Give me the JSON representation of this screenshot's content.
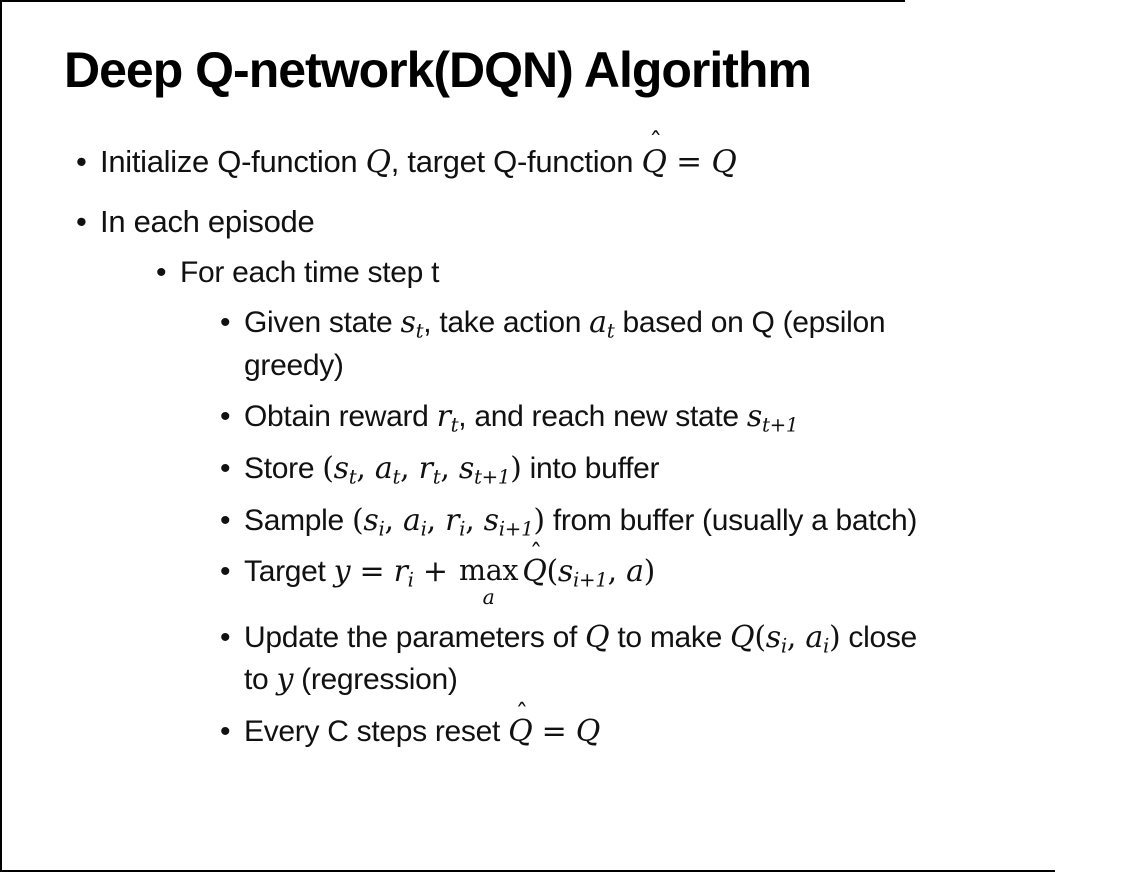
{
  "slide": {
    "title": "Deep Q-network(DQN) Algorithm",
    "bullet_glyph": "•",
    "colors": {
      "background": "#ffffff",
      "text": "#111111",
      "title": "#000000",
      "border": "#000000"
    },
    "bullets": [
      {
        "level": 1,
        "segments": [
          {
            "t": "n",
            "x": "Initialize Q-function "
          },
          {
            "t": "m",
            "x": "Q"
          },
          {
            "t": "n",
            "x": ", target Q-function "
          },
          {
            "t": "h",
            "x": "Q"
          },
          {
            "t": "r",
            "x": " = "
          },
          {
            "t": "m",
            "x": "Q"
          }
        ]
      },
      {
        "level": 1,
        "segments": [
          {
            "t": "n",
            "x": "In each episode"
          }
        ]
      },
      {
        "level": 2,
        "segments": [
          {
            "t": "n",
            "x": "For each time step t"
          }
        ]
      },
      {
        "level": 3,
        "segments": [
          {
            "t": "n",
            "x": "Given state "
          },
          {
            "t": "m",
            "x": "s"
          },
          {
            "t": "s",
            "x": "t"
          },
          {
            "t": "n",
            "x": ", take action "
          },
          {
            "t": "m",
            "x": "a"
          },
          {
            "t": "s",
            "x": "t"
          },
          {
            "t": "n",
            "x": " based on Q (epsilon"
          },
          {
            "t": "br"
          },
          {
            "t": "n",
            "x": "greedy)"
          }
        ]
      },
      {
        "level": 3,
        "segments": [
          {
            "t": "n",
            "x": "Obtain reward "
          },
          {
            "t": "m",
            "x": "r"
          },
          {
            "t": "s",
            "x": "t"
          },
          {
            "t": "n",
            "x": ", and reach new state "
          },
          {
            "t": "m",
            "x": "s"
          },
          {
            "t": "s",
            "x": "t+1"
          }
        ]
      },
      {
        "level": 3,
        "segments": [
          {
            "t": "n",
            "x": "Store "
          },
          {
            "t": "r",
            "x": "("
          },
          {
            "t": "m",
            "x": "s"
          },
          {
            "t": "s",
            "x": "t"
          },
          {
            "t": "r",
            "x": ", "
          },
          {
            "t": "m",
            "x": "a"
          },
          {
            "t": "s",
            "x": "t"
          },
          {
            "t": "r",
            "x": ", "
          },
          {
            "t": "m",
            "x": "r"
          },
          {
            "t": "s",
            "x": "t"
          },
          {
            "t": "r",
            "x": ", "
          },
          {
            "t": "m",
            "x": "s"
          },
          {
            "t": "s",
            "x": "t+1"
          },
          {
            "t": "r",
            "x": ")"
          },
          {
            "t": "n",
            "x": " into buffer"
          }
        ]
      },
      {
        "level": 3,
        "segments": [
          {
            "t": "n",
            "x": "Sample "
          },
          {
            "t": "r",
            "x": "("
          },
          {
            "t": "m",
            "x": "s"
          },
          {
            "t": "s",
            "x": "i"
          },
          {
            "t": "r",
            "x": ", "
          },
          {
            "t": "m",
            "x": "a"
          },
          {
            "t": "s",
            "x": "i"
          },
          {
            "t": "r",
            "x": ", "
          },
          {
            "t": "m",
            "x": "r"
          },
          {
            "t": "s",
            "x": "i"
          },
          {
            "t": "r",
            "x": ", "
          },
          {
            "t": "m",
            "x": "s"
          },
          {
            "t": "s",
            "x": "i+1"
          },
          {
            "t": "r",
            "x": ")"
          },
          {
            "t": "n",
            "x": " from buffer (usually a batch)"
          }
        ]
      },
      {
        "level": 3,
        "segments": [
          {
            "t": "n",
            "x": "Target "
          },
          {
            "t": "m",
            "x": "y"
          },
          {
            "t": "r",
            "x": " = "
          },
          {
            "t": "m",
            "x": "r"
          },
          {
            "t": "s",
            "x": "i"
          },
          {
            "t": "r",
            "x": " + "
          },
          {
            "t": "mx",
            "x": "max",
            "u": "a"
          },
          {
            "t": "h",
            "x": "Q"
          },
          {
            "t": "r",
            "x": "("
          },
          {
            "t": "m",
            "x": "s"
          },
          {
            "t": "s",
            "x": "i+1"
          },
          {
            "t": "r",
            "x": ", "
          },
          {
            "t": "m",
            "x": "a"
          },
          {
            "t": "r",
            "x": ")"
          }
        ]
      },
      {
        "level": 3,
        "segments": [
          {
            "t": "n",
            "x": "Update the parameters of "
          },
          {
            "t": "m",
            "x": "Q"
          },
          {
            "t": "n",
            "x": " to make "
          },
          {
            "t": "m",
            "x": "Q"
          },
          {
            "t": "r",
            "x": "("
          },
          {
            "t": "m",
            "x": "s"
          },
          {
            "t": "s",
            "x": "i"
          },
          {
            "t": "r",
            "x": ", "
          },
          {
            "t": "m",
            "x": "a"
          },
          {
            "t": "s",
            "x": "i"
          },
          {
            "t": "r",
            "x": ")"
          },
          {
            "t": "n",
            "x": " close"
          },
          {
            "t": "br"
          },
          {
            "t": "n",
            "x": "to "
          },
          {
            "t": "m",
            "x": "y"
          },
          {
            "t": "n",
            "x": " (regression)"
          }
        ]
      },
      {
        "level": 3,
        "segments": [
          {
            "t": "n",
            "x": "Every C steps reset "
          },
          {
            "t": "h",
            "x": "Q"
          },
          {
            "t": "r",
            "x": " = "
          },
          {
            "t": "m",
            "x": "Q"
          }
        ]
      }
    ]
  }
}
